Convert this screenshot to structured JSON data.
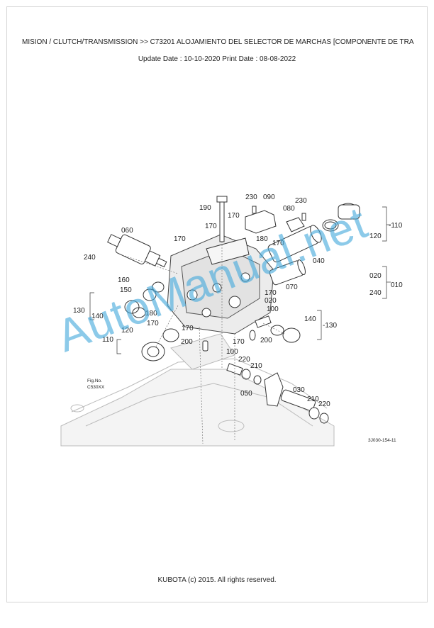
{
  "header": {
    "breadcrumb": "MISION / CLUTCH/TRANSMISSION >> C73201   ALOJAMIENTO DEL SELECTOR DE MARCHAS [COMPONENTE DE TRA",
    "dates": "Update Date : 10-10-2020   Print Date : 08-08-2022"
  },
  "labels": {
    "l230a": "230",
    "l090": "090",
    "l230b": "230",
    "l190": "190",
    "l080": "080",
    "l170a": "170",
    "l170b": "170",
    "l060": "060",
    "l170c": "170",
    "l180a": "180",
    "l170d": "170",
    "l110a": "-110",
    "l120a": "120",
    "l240a": "240",
    "l040": "040",
    "l020a": "020",
    "l010": "010",
    "l240b": "240",
    "l070": "070",
    "l160": "160",
    "l150": "150",
    "l130a": "130",
    "l140a": "140",
    "l180b": "180",
    "l170e": "170",
    "l170f": "170",
    "l020b": "020",
    "l100a": "100",
    "l140b": "140",
    "l130b": "-130",
    "l120b": "120",
    "l170g": "170",
    "l110b": "110",
    "l200a": "200",
    "l170h": "170",
    "l200b": "200",
    "l100b": "100",
    "l220a": "220",
    "l210a": "210",
    "l050": "050",
    "l030": "030",
    "l210b": "210",
    "l220b": "220",
    "fig_no": "Fig.No.",
    "fig_code": "C530XX",
    "drawing_code": "3J030-154-11"
  },
  "watermark": "AutoManual.net",
  "footer": {
    "copyright": "KUBOTA (c) 2015. All rights reserved."
  }
}
